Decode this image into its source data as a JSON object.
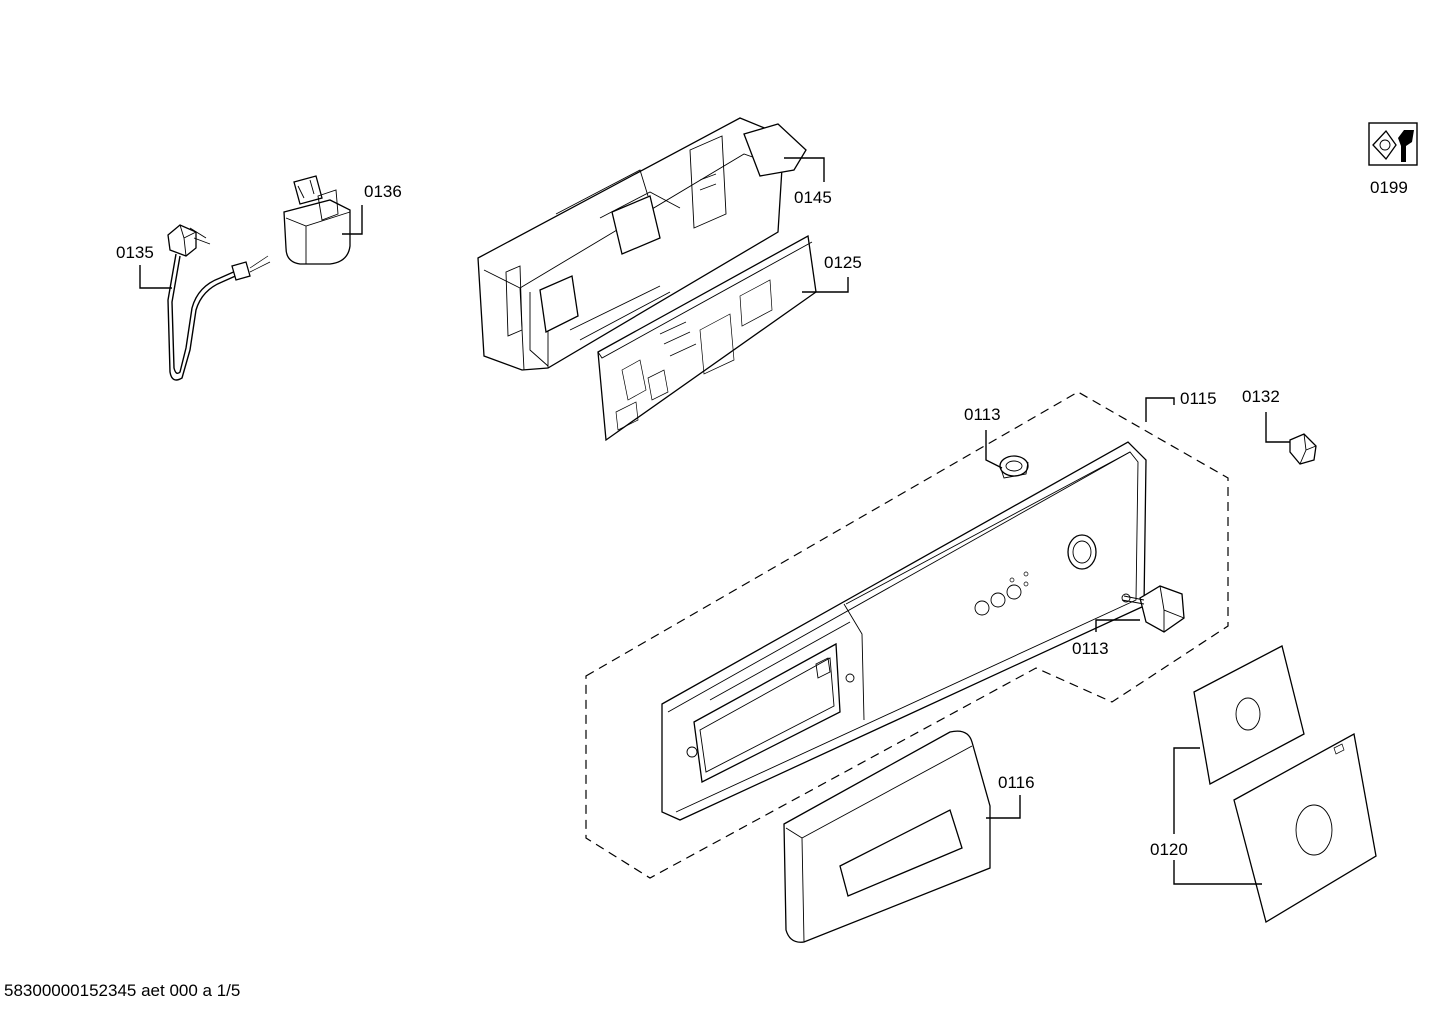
{
  "labels": {
    "p0135": "0135",
    "p0136": "0136",
    "p0145": "0145",
    "p0125": "0125",
    "p0199": "0199",
    "p0113a": "0113",
    "p0115": "0115",
    "p0132": "0132",
    "p0113b": "0113",
    "p0116": "0116",
    "p0120": "0120"
  },
  "footer": "58300000152345 aet 000 a 1/5"
}
